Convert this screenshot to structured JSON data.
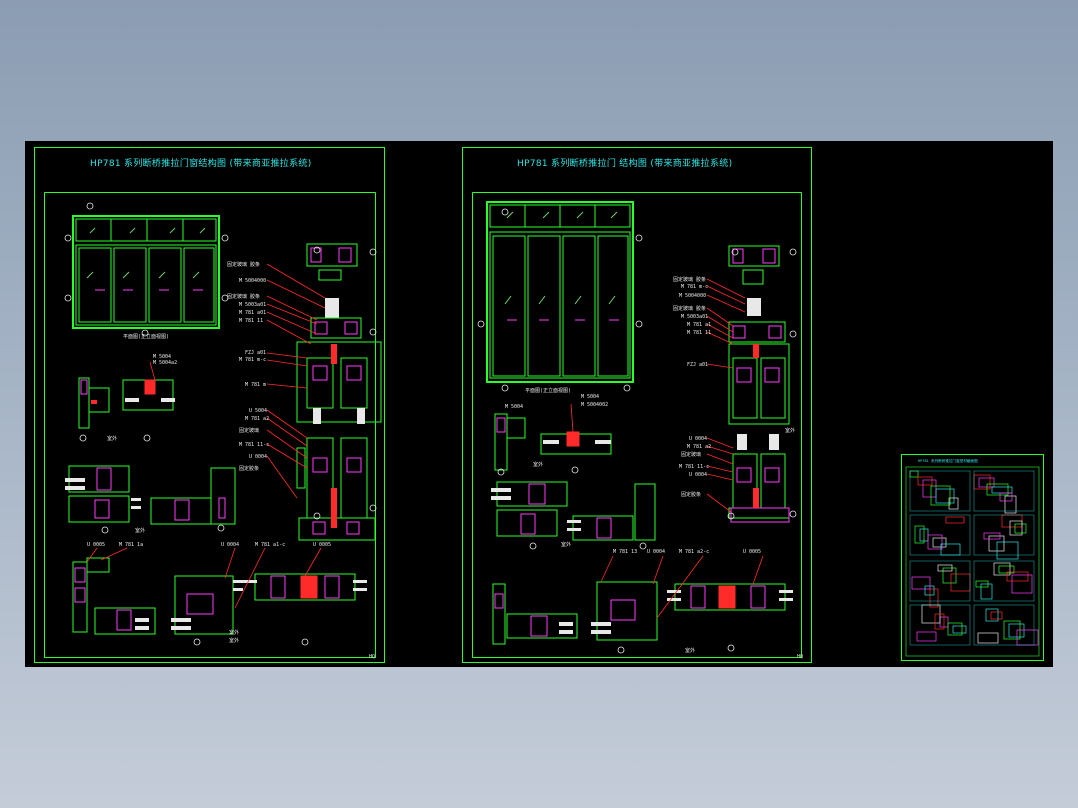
{
  "sheets": [
    {
      "id": "sheet1",
      "title": "HP781 系列断桥推拉门窗结构图 (带来商亚推拉系统)",
      "plan_caption": "平面图(正立面视图)",
      "section_caption_a": "室外",
      "section_caption_b": "室外",
      "section_caption_c": "室外",
      "bottom_caption": "室外",
      "corner_mark": "HQ",
      "labels_top": [
        "固定玻璃 胶条",
        "M 5004000",
        "固定玻璃 胶条",
        "M 5003a01",
        "M 781 a01",
        "M 781 11"
      ],
      "labels_mid": [
        "FZJ a01",
        "M 781 m-c",
        "M 781 m"
      ],
      "labels_low": [
        "U 5004",
        "M 781 a2",
        "固定玻璃",
        "M 781 11-c",
        "U 0004",
        "固定胶条"
      ],
      "labels_left_a": [
        "M 5004",
        "M 5004a2"
      ],
      "labels_bottom": [
        "U 0005",
        "M 781 1a",
        "U 0004",
        "M 781 a1-c",
        "U 0005"
      ]
    },
    {
      "id": "sheet2",
      "title": "HP781 系列断桥推拉门 结构图 (带来商亚推拉系统)",
      "plan_caption": "平面图(正立面视图)",
      "section_caption_a": "室外",
      "section_caption_b": "室外",
      "bottom_caption": "室外",
      "corner_mark": "HQ",
      "labels_top": [
        "固定玻璃 胶条",
        "M 781 m-c",
        "M 5004000",
        "固定玻璃 胶条",
        "M 5003a01",
        "M 781 a1",
        "M 781 11"
      ],
      "labels_mid": [
        "FZJ a01"
      ],
      "labels_low": [
        "U 0004",
        "M 781 a2",
        "固定玻璃",
        "M 781 11-c",
        "U 0004",
        "固定胶条"
      ],
      "labels_left_a": [
        "M 5004",
        "M 5004",
        "M 5004002"
      ],
      "labels_bottom": [
        "M 781 13",
        "U 0004",
        "M 781 a2-c",
        "U 0005"
      ]
    },
    {
      "id": "sheet3",
      "title": "HP781 系列断桥推拉门窗型材截面图"
    }
  ]
}
